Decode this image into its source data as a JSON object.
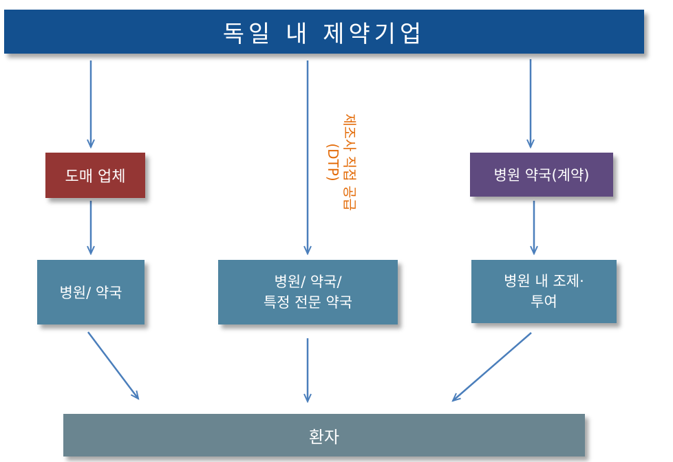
{
  "title": "독일 내 제약기업",
  "channels": {
    "wholesale": "도매 업체",
    "contract_pharmacy": "병원 약국(계약)",
    "direct_supply_line1": "제조사 직접 공급",
    "direct_supply_line2": "(DTP)"
  },
  "outlets": {
    "left": "병원/ 약국",
    "middle_line1": "병원/ 약국/",
    "middle_line2": "특정 전문 약국",
    "right_line1": "병원 내 조제·",
    "right_line2": "투여"
  },
  "patient": "환자",
  "colors": {
    "title_bg": "#13508f",
    "wholesale_bg": "#943634",
    "contract_bg": "#5f4a7f",
    "outlet_bg": "#4f84a0",
    "patient_bg": "#6a8590",
    "dtp_text": "#e36c0a",
    "arrow": "#4a7ebb"
  }
}
